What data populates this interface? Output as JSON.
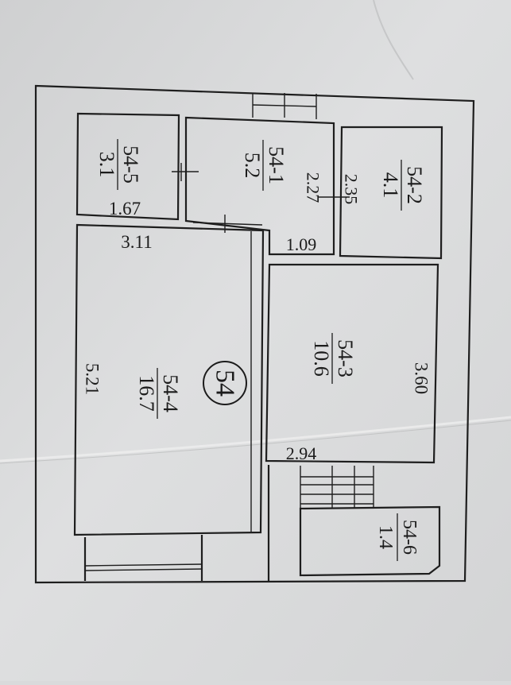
{
  "plan": {
    "unit_marker": "54",
    "rooms": [
      {
        "id": "54-5",
        "area": "3.1"
      },
      {
        "id": "54-1",
        "area": "5.2"
      },
      {
        "id": "54-2",
        "area": "4.1"
      },
      {
        "id": "54-4",
        "area": "16.7"
      },
      {
        "id": "54-3",
        "area": "10.6"
      },
      {
        "id": "54-6",
        "area": "1.4"
      }
    ],
    "dimensions": [
      "1.67",
      "2.27",
      "2.35",
      "3.11",
      "1.09",
      "5.21",
      "3.60",
      "2.94"
    ]
  }
}
